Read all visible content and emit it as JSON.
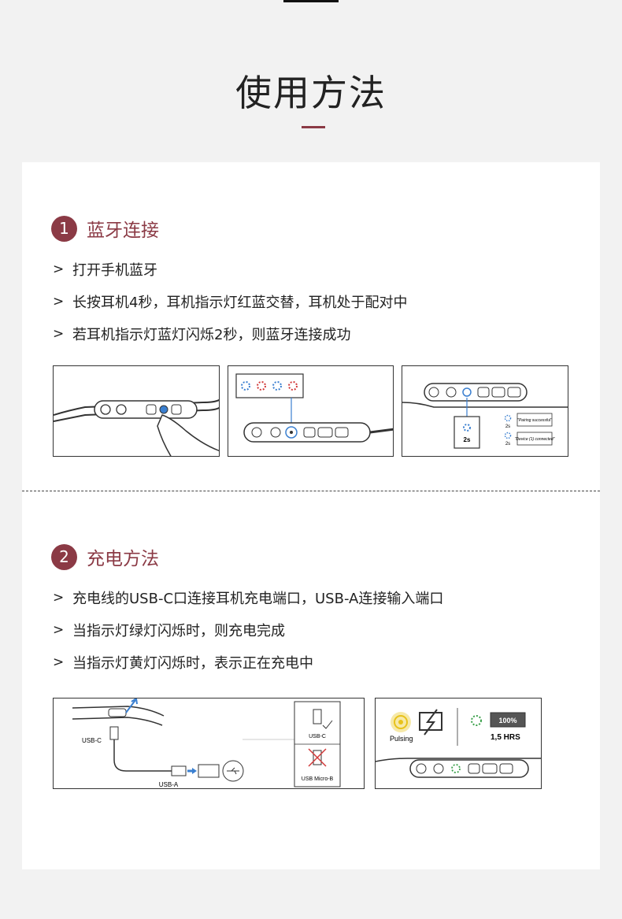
{
  "page": {
    "title": "使用方法"
  },
  "section1": {
    "number": "1",
    "title": "蓝牙连接",
    "steps": [
      "打开手机蓝牙",
      "长按耳机4秒，耳机指示灯红蓝交替，耳机处于配对中",
      "若耳机指示灯蓝灯闪烁2秒，则蓝牙连接成功"
    ],
    "figure_labels": {
      "two_s_a": "2s",
      "two_s_b": "2s",
      "two_s_c": "2s",
      "pairing": "\"Pairing successful\"",
      "connected": "\"Device (1) connected\""
    }
  },
  "section2": {
    "number": "2",
    "title": "充电方法",
    "steps": [
      "充电线的USB-C口连接耳机充电端口，USB-A连接输入端口",
      "当指示灯绿灯闪烁时，则充电完成",
      "当指示灯黄灯闪烁时，表示正在充电中"
    ],
    "figure_labels": {
      "usb_c_left": "USB-C",
      "usb_a": "USB-A",
      "usb_c_right": "USB-C",
      "usb_micro_b": "USB Micro-B",
      "pulsing": "Pulsing",
      "battery": "100%",
      "hours": "1,5 HRS"
    }
  },
  "colors": {
    "accent": "#8b3a45",
    "led_blue": "#3a7fd0",
    "led_red": "#d23a3a",
    "led_yellow": "#e8c21a",
    "led_green": "#3aa04a"
  },
  "arrow_glyph": ">"
}
